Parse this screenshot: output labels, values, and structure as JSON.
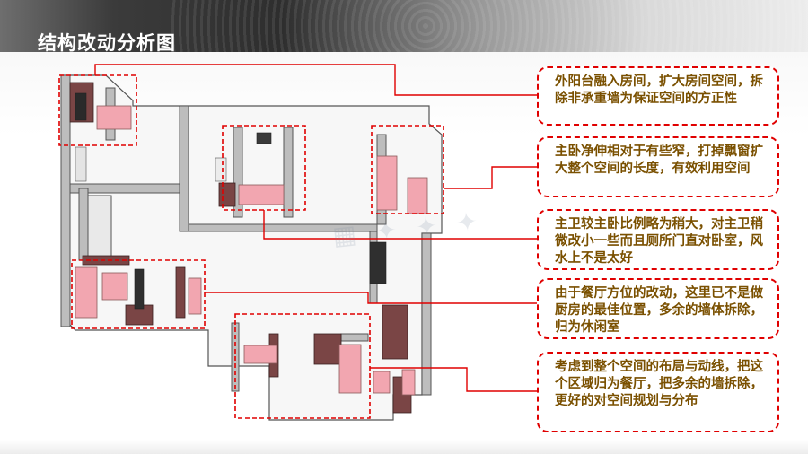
{
  "header": {
    "title": "结构改动分析图"
  },
  "notes": [
    {
      "text": "外阳台融入房间，扩大房间空间，拆除非承重墙为保证空间的方正性"
    },
    {
      "text": "主卧净伸相对于有些窄，打掉飘窗扩大整个空间的长度，有效利用空间"
    },
    {
      "text": "主卫较主卧比例略为稍大，对主卫稍微改小一些而且厕所门直对卧室，风水上不是太好"
    },
    {
      "text": "由于餐厅方位的改动，这里已不是做厨房的最佳位置，多余的墙体拆除，归为休闲室"
    },
    {
      "text": "考虑到整个空间的布局与动线，把这个区域归为餐厅，把多余的墙拆除，更好的对空间规划与分布"
    }
  ],
  "colors": {
    "annotation_red": "#e00000",
    "demolished_wall_pink": "#f2a6b0",
    "wall_dark": "#7a4545",
    "note_text": "#7a5000"
  }
}
